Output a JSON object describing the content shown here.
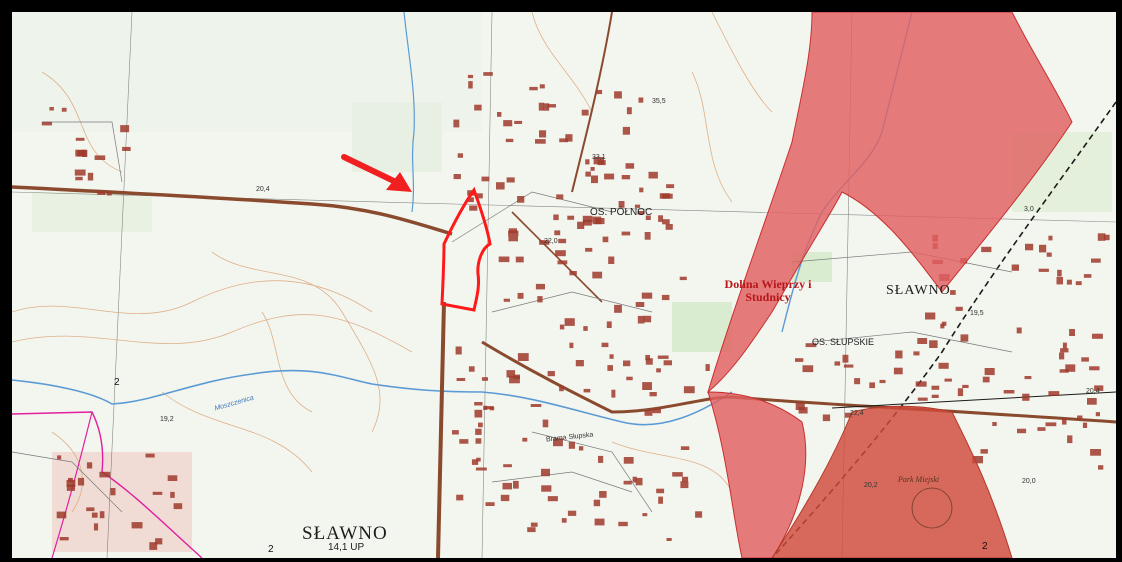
{
  "map": {
    "labels": {
      "town_west": "SŁAWNO",
      "town_west_sub": "14,1 UP",
      "town_east": "SŁAWNO",
      "district_north": "OS. PÓŁNOC",
      "district_slupskie": "OS. SŁUPSKIE",
      "area_name": "Dolina Wieprzy i Studnicy",
      "park": "Park Miejski",
      "street_brama": "Brama Słupska",
      "river_moszczenica": "Moszczenica",
      "spot_35": "35,5",
      "spot_33": "33,1",
      "spot_22": "22,0",
      "spot_20_4a": "20,4",
      "spot_20_4b": "20,4",
      "spot_19": "19,2",
      "spot_3": "3,0",
      "spot_22_4": "22,4",
      "spot_20": "20,0",
      "spot_20_2": "20,2",
      "spot_19_5": "19,5",
      "grid_2a": "2",
      "grid_2b": "2",
      "grid_2c": "2"
    },
    "colors": {
      "protected_area": "#e06060",
      "highlight_outline": "#ff1a1a",
      "arrow": "#f02020",
      "road": "#8a4a2e",
      "water": "#5b9bd5",
      "building": "#9e3a2c"
    }
  }
}
